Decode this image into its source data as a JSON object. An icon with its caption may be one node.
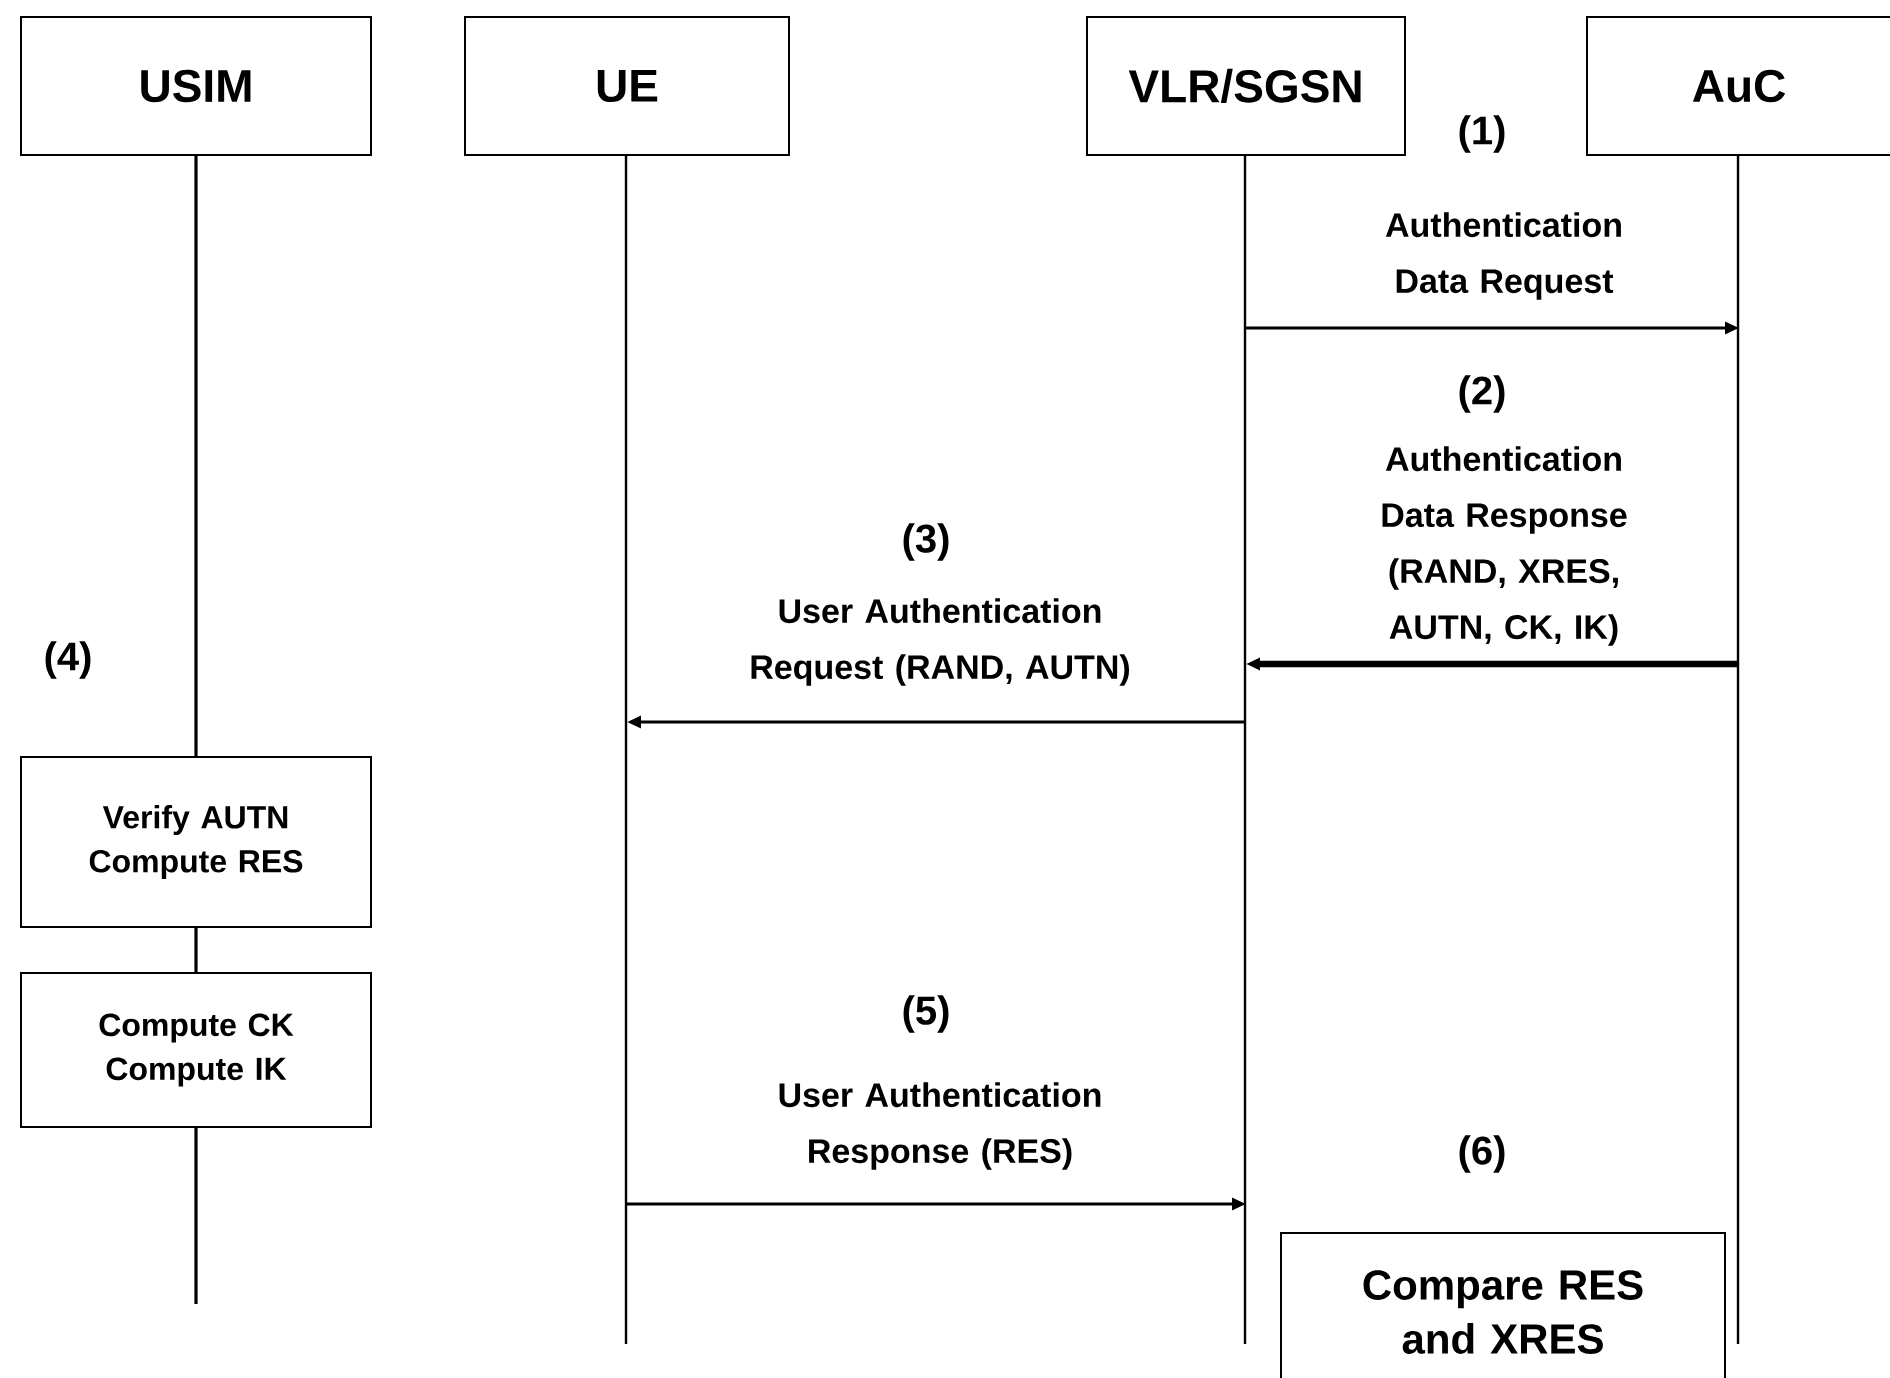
{
  "diagram": {
    "nodes": [
      {
        "text": [
          "USIM"
        ]
      },
      {
        "text": [
          "UE"
        ]
      },
      {
        "text": [
          "VLR/SGSN"
        ]
      },
      {
        "text": [
          "AuC"
        ]
      },
      {
        "text": [
          "Verify AUTN Compute RES"
        ]
      },
      {
        "text": [
          "Compute CK Compute IK"
        ]
      },
      {
        "text": [
          "Compare RES and XRES"
        ]
      }
    ],
    "edges": [
      {
        "from": 0,
        "to": 4,
        "arrow": "none"
      },
      {
        "from": 4,
        "to": 5,
        "arrow": "none"
      },
      {
        "from": 5,
        "to": null,
        "arrow": "none"
      },
      {
        "from": 2,
        "to": 3,
        "arrow": "to",
        "label": "Authentication Data Request"
      },
      {
        "from": 3,
        "to": 2,
        "arrow": "to",
        "style": "thick",
        "label": "Authentication Data Response (RAND, XRES, AUTN, CK, IK)"
      },
      {
        "from": 2,
        "to": 1,
        "arrow": "to",
        "label": "User Authentication Request (RAND, AUTN)"
      },
      {
        "from": 1,
        "to": 2,
        "arrow": "to",
        "label": "User Authentication Response (RES)"
      }
    ],
    "labels": [
      "(1)",
      "(2)",
      "(3)",
      "(4)",
      "(5)",
      "(6)"
    ]
  }
}
